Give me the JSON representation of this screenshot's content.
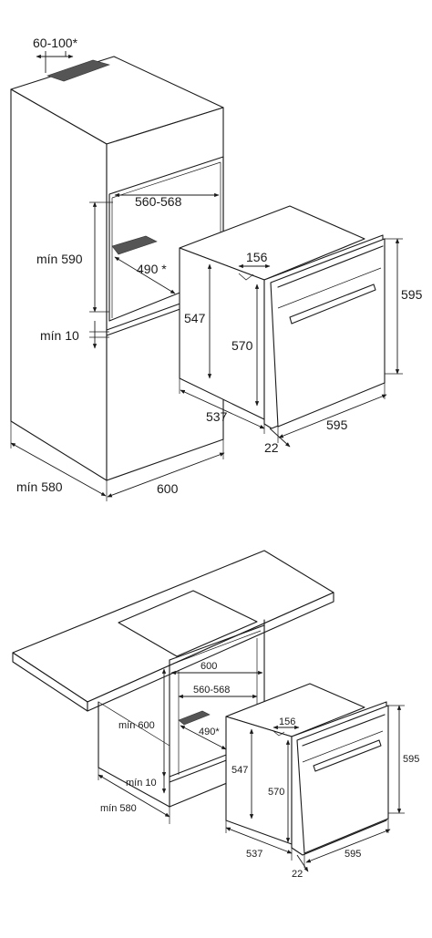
{
  "top_diagram": {
    "labels": {
      "vent_gap": "60-100*",
      "niche_width": "560-568",
      "niche_height": "mín 590",
      "vent_depth": "490 *",
      "bottom_gap": "mín 10",
      "cabinet_depth": "mín 580",
      "cabinet_width": "600",
      "oven_top_depth": "156",
      "oven_body_height": "547",
      "oven_inner_height": "570",
      "oven_front_height": "595",
      "oven_depth": "537",
      "oven_width": "595",
      "front_thickness": "22"
    }
  },
  "bottom_diagram": {
    "labels": {
      "cabinet_width": "600",
      "niche_width": "560-568",
      "niche_height": "mín 600",
      "vent_depth": "490*",
      "bottom_gap": "mín 10",
      "cabinet_depth": "mín 580",
      "oven_top_depth": "156",
      "oven_body_height": "547",
      "oven_inner_height": "570",
      "oven_front_height": "595",
      "oven_depth": "537",
      "oven_width": "595",
      "front_thickness": "22"
    }
  }
}
